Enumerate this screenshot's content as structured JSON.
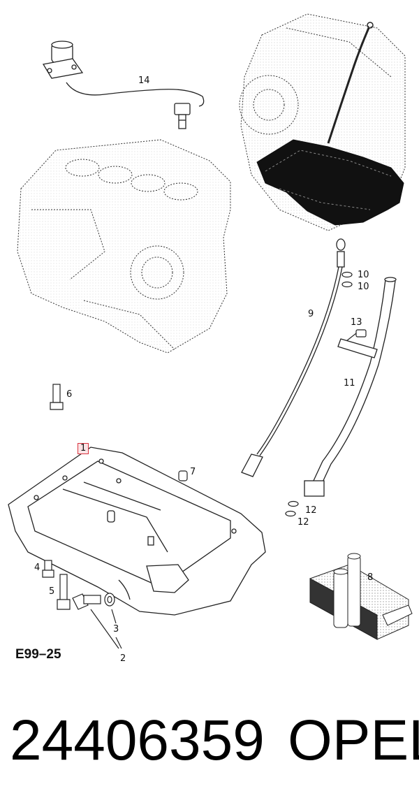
{
  "diagram": {
    "drawing_code": "E99–25",
    "callouts": [
      "1",
      "2",
      "3",
      "4",
      "5",
      "6",
      "7",
      "8",
      "9",
      "10",
      "10",
      "11",
      "12",
      "12",
      "13",
      "14"
    ]
  },
  "footer": {
    "part_number": "24406359",
    "brand": "OPEL"
  },
  "colors": {
    "line": "#222222",
    "highlight_border": "#d9333f",
    "highlight_fill": "#fbe3e5"
  }
}
